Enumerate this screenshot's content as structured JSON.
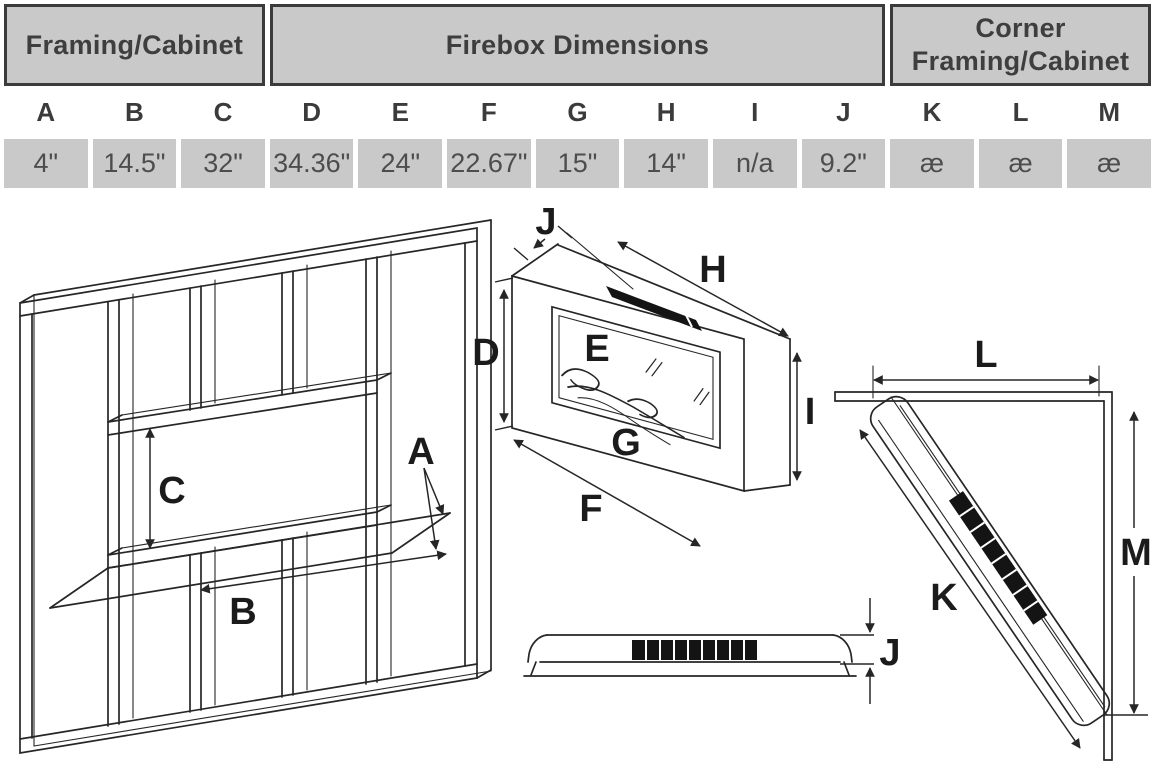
{
  "table": {
    "header_groups": [
      {
        "label": "Framing/Cabinet",
        "span": 3
      },
      {
        "label": "Firebox Dimensions",
        "span": 7
      },
      {
        "label": "Corner Framing/Cabinet",
        "span": 3
      }
    ],
    "columns": [
      "A",
      "B",
      "C",
      "D",
      "E",
      "F",
      "G",
      "H",
      "I",
      "J",
      "K",
      "L",
      "M"
    ],
    "values": [
      "4\"",
      "14.5\"",
      "32\"",
      "34.36\"",
      "24\"",
      "22.67\"",
      "15\"",
      "14\"",
      "n/a",
      "9.2\"",
      "æ",
      "æ",
      "æ"
    ]
  },
  "colors": {
    "cell_bg": "#c9c9c9",
    "header_border": "#3b3b3b",
    "text": "#3e3e3e",
    "line_art": "#262626"
  },
  "diagram_labels": {
    "a": "A",
    "b": "B",
    "c": "C",
    "d": "D",
    "e": "E",
    "f": "F",
    "g": "G",
    "h": "H",
    "i": "I",
    "j": "J",
    "k": "K",
    "l": "L",
    "m": "M"
  }
}
